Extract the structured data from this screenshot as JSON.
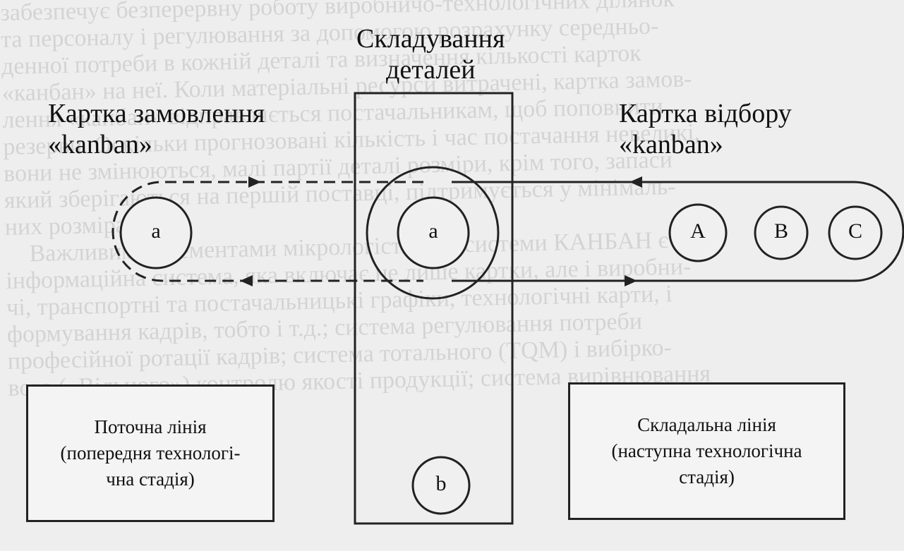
{
  "background_text": "забезпечує безперервну роботу виробничо-технологічних ділянок\nта персоналу і регулювання за допомогою розрахунку середньо-\nденної потреби в кожній деталі та визначення кількості карток\n«канбан» на неї. Коли матеріальні ресурси витрачені, картка замов-\nлення «канбан» відправляється постачальникам, щоб поповнити\nрезерви. Оскільки прогнозовані кількість і час постачання невеликі,\nвони не змінюються, малі партії деталі розміри, крім того, запаси\nякий зберігаються на першій поставці, підтримується у мінімаль-\nних розмірах.\n    Важливими елементами мікрологістичної системи КАНБАН є\nінформаційна система, яка включає не лише картки, але і виробни-\nчі, транспортні та постачальницькі графіки, технологічні карти, і\nформування кадрів, тобто і т.д.; система регулювання потреби\nпрофесійної ротації кадрів; система тотального (TQM) і вибірко-\nвого («Вільного») контролю якості продукції; система вирівнювання",
  "labels": {
    "storage_title_line1": "Складування",
    "storage_title_line2": "деталей",
    "order_card_line1": "Картка замовлення",
    "order_card_line2": "«kanban»",
    "pick_card_line1": "Картка відбору",
    "pick_card_line2": "«kanban»"
  },
  "circles": {
    "left_a": "a",
    "center_a": "a",
    "A": "A",
    "B": "B",
    "C": "C",
    "b": "b"
  },
  "boxes": {
    "current_line_1": "Поточна лінія",
    "current_line_2": "(попередня технологі-",
    "current_line_3": "чна стадія)",
    "assembly_line_1": "Складальна лінія",
    "assembly_line_2": "(наступна технологічна",
    "assembly_line_3": "стадія)"
  }
}
